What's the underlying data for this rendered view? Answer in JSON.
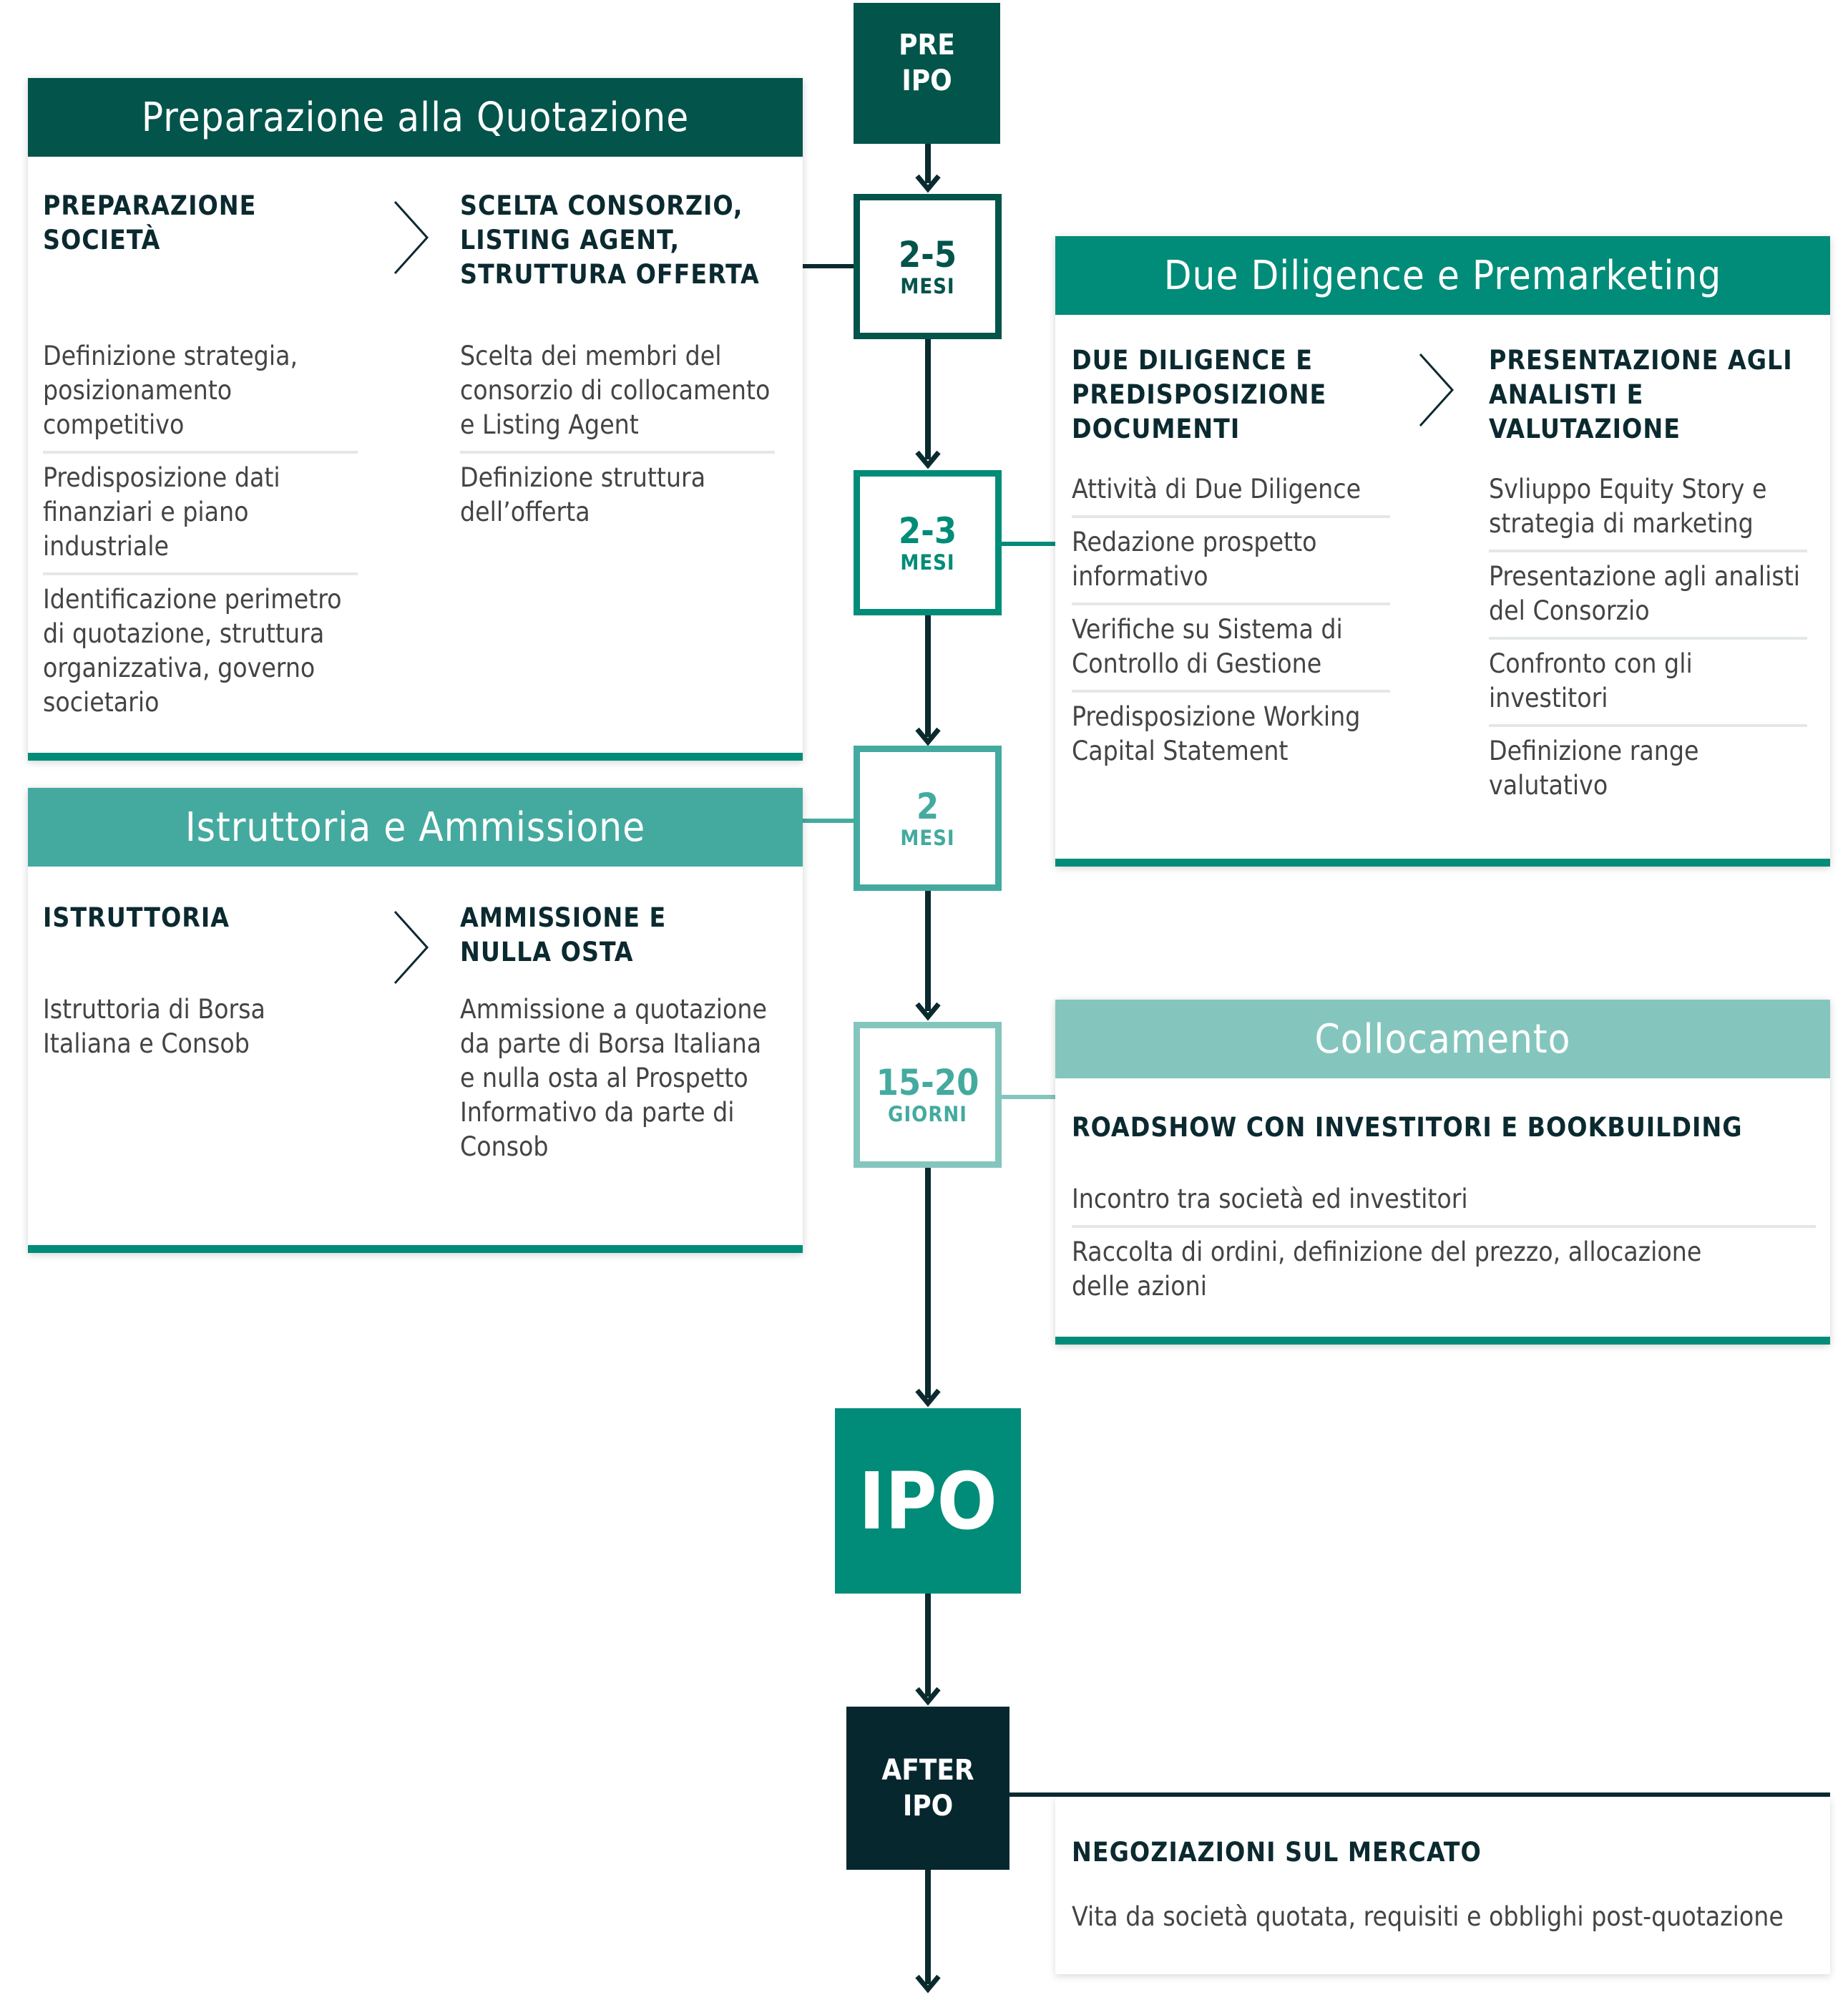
{
  "timeline": {
    "pre_ipo": {
      "line1": "PRE",
      "line2": "IPO"
    },
    "steps": [
      {
        "num": "2-5",
        "unit": "MESI"
      },
      {
        "num": "2-3",
        "unit": "MESI"
      },
      {
        "num": "2",
        "unit": "MESI"
      },
      {
        "num": "15-20",
        "unit": "GIORNI"
      }
    ],
    "ipo": "IPO",
    "after_ipo": {
      "line1": "AFTER",
      "line2": "IPO"
    }
  },
  "colors": {
    "dark_green": "#03544b",
    "teal": "#008c78",
    "mid_teal": "#44aa9f",
    "light_teal": "#84c6bd",
    "navy": "#07272f"
  },
  "cards": {
    "preparazione": {
      "title": "Preparazione alla Quotazione",
      "left": {
        "heading": "PREPARAZIONE\nSOCIETÀ",
        "items": [
          "Definizione strategia, posizionamento competitivo",
          "Predisposizione dati finanziari e piano industriale",
          "Identificazione perimetro di quotazione, struttura organizzativa, governo societario"
        ]
      },
      "right": {
        "heading": "SCELTA CONSORZIO, LISTING AGENT, STRUTTURA OFFERTA",
        "items": [
          "Scelta dei membri del consorzio di collocamento e Listing Agent",
          "Definizione struttura dell’offerta"
        ]
      }
    },
    "istruttoria": {
      "title": "Istruttoria e Ammissione",
      "left": {
        "heading": "ISTRUTTORIA",
        "items": [
          "Istruttoria di Borsa Italiana e Consob"
        ]
      },
      "right": {
        "heading": "AMMISSIONE E NULLA OSTA",
        "items": [
          "Ammissione a quotazione da parte di Borsa Italiana e nulla osta al Prospetto Informativo da parte di Consob"
        ]
      }
    },
    "due_diligence": {
      "title": "Due Diligence e Premarketing",
      "left": {
        "heading": "DUE DILIGENCE E PREDISPOSIZIONE DOCUMENTI",
        "items": [
          "Attività di Due Diligence",
          "Redazione prospetto informativo",
          "Verifiche su Sistema di Controllo di Gestione",
          "Predisposizione Working Capital Statement"
        ]
      },
      "right": {
        "heading": "PRESENTAZIONE AGLI ANALISTI E VALUTAZIONE",
        "items": [
          "Svliuppo Equity Story e strategia di marketing",
          "Presentazione agli analisti del Consorzio",
          "Confronto con gli investitori",
          "Definizione range valutativo"
        ]
      }
    },
    "collocamento": {
      "title": "Collocamento",
      "heading": "ROADSHOW CON INVESTITORI E BOOKBUILDING",
      "items": [
        "Incontro tra società ed investitori",
        "Raccolta di ordini, definizione del prezzo, allocazione delle azioni"
      ]
    },
    "after": {
      "heading": "NEGOZIAZIONI SUL MERCATO",
      "items": [
        "Vita da società quotata, requisiti e obblighi post-quotazione"
      ]
    }
  }
}
